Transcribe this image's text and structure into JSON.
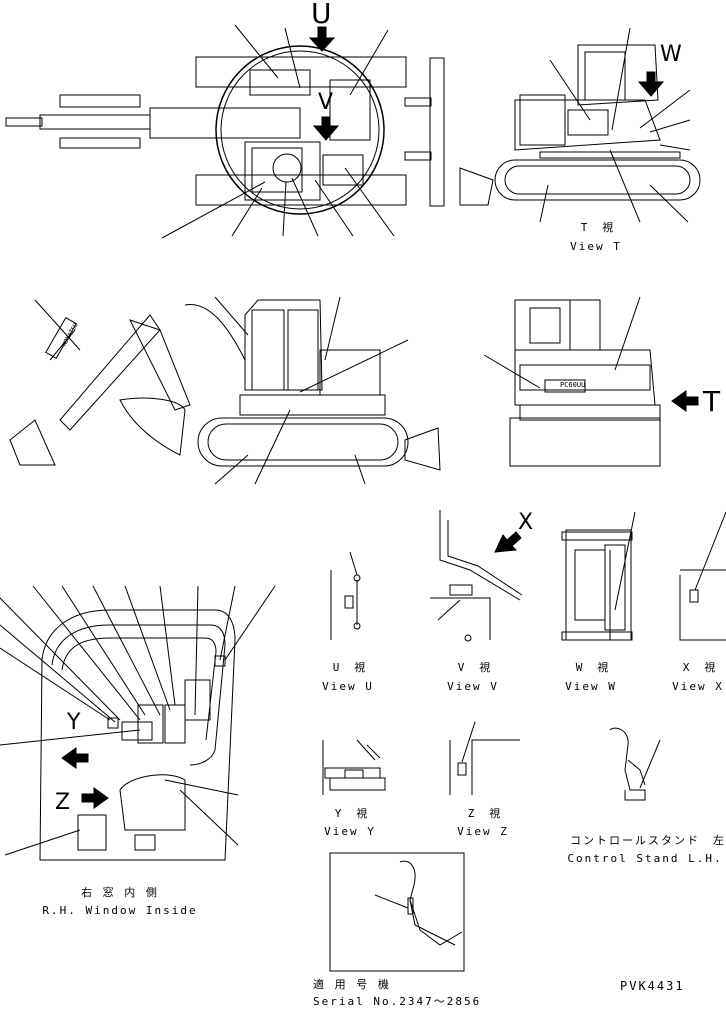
{
  "arrow_letters": {
    "u": "U",
    "v": "V",
    "w": "W",
    "t": "T",
    "x": "X",
    "y": "Y",
    "z": "Z"
  },
  "views": {
    "t": {
      "jp": "T　視",
      "en": "View T"
    },
    "u": {
      "jp": "U　視",
      "en": "View U"
    },
    "v": {
      "jp": "V　視",
      "en": "View V"
    },
    "w": {
      "jp": "W　視",
      "en": "View W"
    },
    "x": {
      "jp": "X　視",
      "en": "View X"
    },
    "y": {
      "jp": "Y　視",
      "en": "View Y"
    },
    "z": {
      "jp": "Z　視",
      "en": "View Z"
    }
  },
  "control_stand": {
    "jp": "コントロールスタンド　左",
    "en": "Control Stand L.H."
  },
  "window_inside": {
    "jp": "右 窓 内 側",
    "en": "R.H. Window Inside"
  },
  "serial": {
    "jp": "適 用 号 機",
    "en": "Serial No.2347～2856"
  },
  "ref_code": "PVK4431",
  "label_texts": {
    "boom_decal": "KOMATSU",
    "counterweight_decal": "PC60UU"
  }
}
